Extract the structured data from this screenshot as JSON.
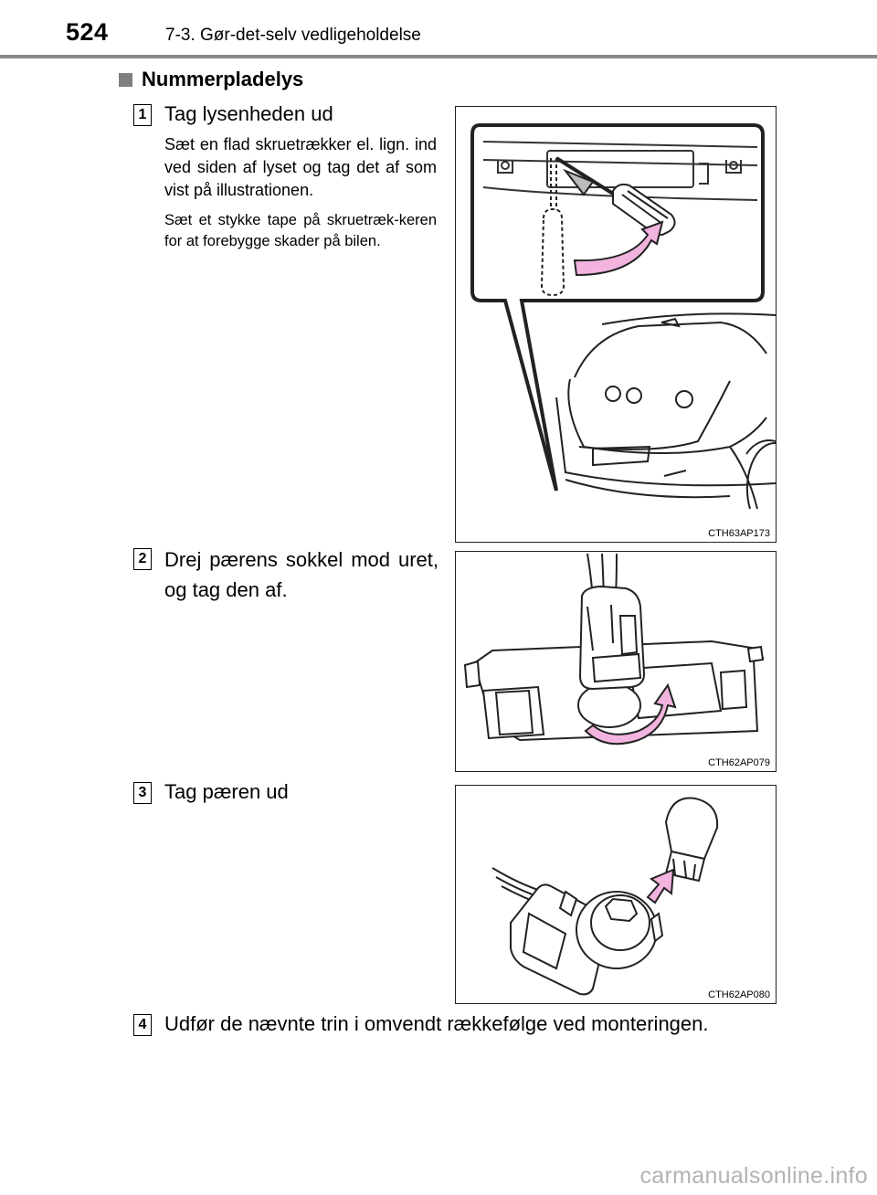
{
  "header": {
    "page_number": "524",
    "section_title": "7-3. Gør-det-selv vedligeholdelse"
  },
  "subheading": "Nummerpladelys",
  "steps": [
    {
      "number": "1",
      "title": "Tag lysenheden ud",
      "description": "Sæt en flad skruetrækker el. lign. ind ved siden af lyset og tag det af som vist på illustrationen.",
      "note": "Sæt et stykke tape på skruetræk-keren for at forebygge skader på bilen.",
      "figure_code": "CTH63AP173"
    },
    {
      "number": "2",
      "title": "Drej pærens sokkel mod uret, og tag den af.",
      "figure_code": "CTH62AP079"
    },
    {
      "number": "3",
      "title": "Tag pæren ud",
      "figure_code": "CTH62AP080"
    },
    {
      "number": "4",
      "title": "Udfør de nævnte trin i omvendt rækkefølge ved monteringen."
    }
  ],
  "watermark": "carmanualsonline.info",
  "colors": {
    "arrow_fill": "#f2b4de",
    "rule": "#8a8a8a"
  }
}
